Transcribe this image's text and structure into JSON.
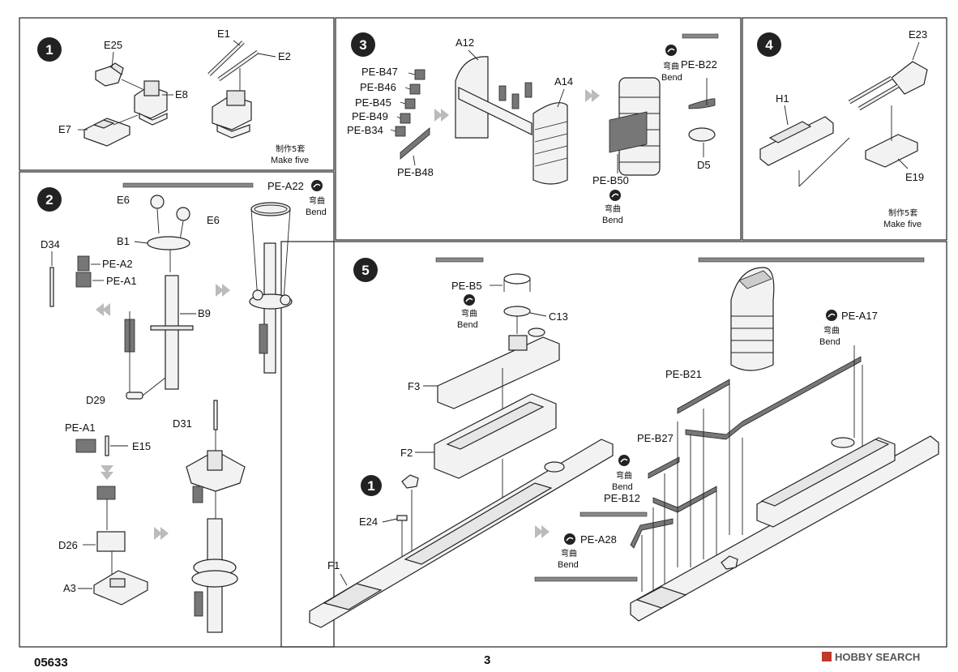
{
  "document": {
    "code": "05633",
    "page": "3"
  },
  "watermark": {
    "text": "HOBBY SEARCH"
  },
  "bend": {
    "cn": "弯曲",
    "en": "Bend"
  },
  "steps": [
    {
      "number": "1",
      "parts": [
        "E25",
        "E1",
        "E2",
        "E8",
        "E7"
      ],
      "note_cn": "制作5套",
      "note_en": "Make five"
    },
    {
      "number": "2",
      "parts": [
        "E6",
        "E6",
        "B1",
        "D34",
        "PE-A2",
        "PE-A1",
        "B9",
        "D29",
        "PE-A22",
        "PE-A1",
        "E15",
        "D31",
        "D26",
        "A3"
      ]
    },
    {
      "number": "3",
      "parts": [
        "A12",
        "PE-B47",
        "PE-B46",
        "PE-B45",
        "PE-B49",
        "PE-B34",
        "PE-B48",
        "A14",
        "PE-B22",
        "PE-B50",
        "D5"
      ]
    },
    {
      "number": "4",
      "parts": [
        "E23",
        "H1",
        "E19"
      ],
      "note_cn": "制作5套",
      "note_en": "Make five"
    },
    {
      "number": "5",
      "parts": [
        "PE-B5",
        "C13",
        "F3",
        "F2",
        "E24",
        "F1",
        "PE-A17",
        "PE-B21",
        "PE-B27",
        "PE-B12",
        "PE-A28"
      ],
      "sub_ref": "1"
    }
  ]
}
